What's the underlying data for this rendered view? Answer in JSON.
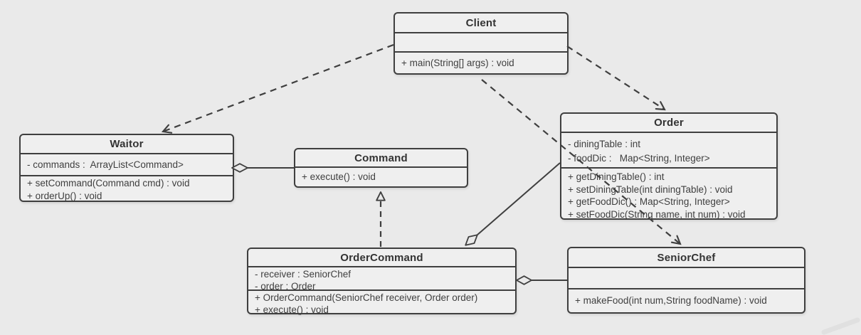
{
  "diagram_type": "uml-class-diagram",
  "colors": {
    "background": "#eaeaea",
    "box_fill": "#efefef",
    "line": "#3f3f3f",
    "text": "#3f3f3f"
  },
  "classes": {
    "client": {
      "name": "Client",
      "attributes": [],
      "methods": [
        "+ main(String[] args) : void"
      ]
    },
    "waitor": {
      "name": "Waitor",
      "attributes": [
        "- commands :  ArrayList<Command>"
      ],
      "methods": [
        "+ setCommand(Command cmd) : void",
        "+ orderUp() : void"
      ]
    },
    "command": {
      "name": "Command",
      "attributes": [],
      "methods": [
        "+ execute() : void"
      ]
    },
    "order": {
      "name": "Order",
      "attributes": [
        "- diningTable : int",
        "- foodDic :   Map<String, Integer>"
      ],
      "methods": [
        "+ getDiningTable() : int",
        "+ setDiningTable(int diningTable) : void",
        "+ getFoodDic() : Map<String, Integer>",
        "+ setFoodDic(String name, int num) : void"
      ]
    },
    "order_command": {
      "name": "OrderCommand",
      "attributes": [
        "- receiver : SeniorChef",
        "- order : Order"
      ],
      "methods": [
        "+ OrderCommand(SeniorChef receiver, Order order)",
        "+ execute() : void"
      ]
    },
    "senior_chef": {
      "name": "SeniorChef",
      "attributes": [],
      "methods": [
        "+ makeFood(int num,String foodName) : void"
      ]
    }
  },
  "relationships": [
    {
      "from": "Client",
      "to": "Waitor",
      "type": "dependency",
      "line": "dashed",
      "head": "open-arrow"
    },
    {
      "from": "Client",
      "to": "Order",
      "type": "dependency",
      "line": "dashed",
      "head": "open-arrow"
    },
    {
      "from": "Client",
      "to": "SeniorChef",
      "type": "dependency",
      "line": "dashed",
      "head": "open-arrow"
    },
    {
      "from": "Waitor",
      "to": "Command",
      "type": "aggregation",
      "line": "solid",
      "head": "open-diamond-at-Waitor"
    },
    {
      "from": "OrderCommand",
      "to": "Command",
      "type": "realization",
      "line": "dashed",
      "head": "hollow-triangle"
    },
    {
      "from": "OrderCommand",
      "to": "Order",
      "type": "aggregation",
      "line": "solid",
      "head": "open-diamond-at-OrderCommand"
    },
    {
      "from": "OrderCommand",
      "to": "SeniorChef",
      "type": "aggregation",
      "line": "solid",
      "head": "open-diamond-at-OrderCommand"
    }
  ]
}
